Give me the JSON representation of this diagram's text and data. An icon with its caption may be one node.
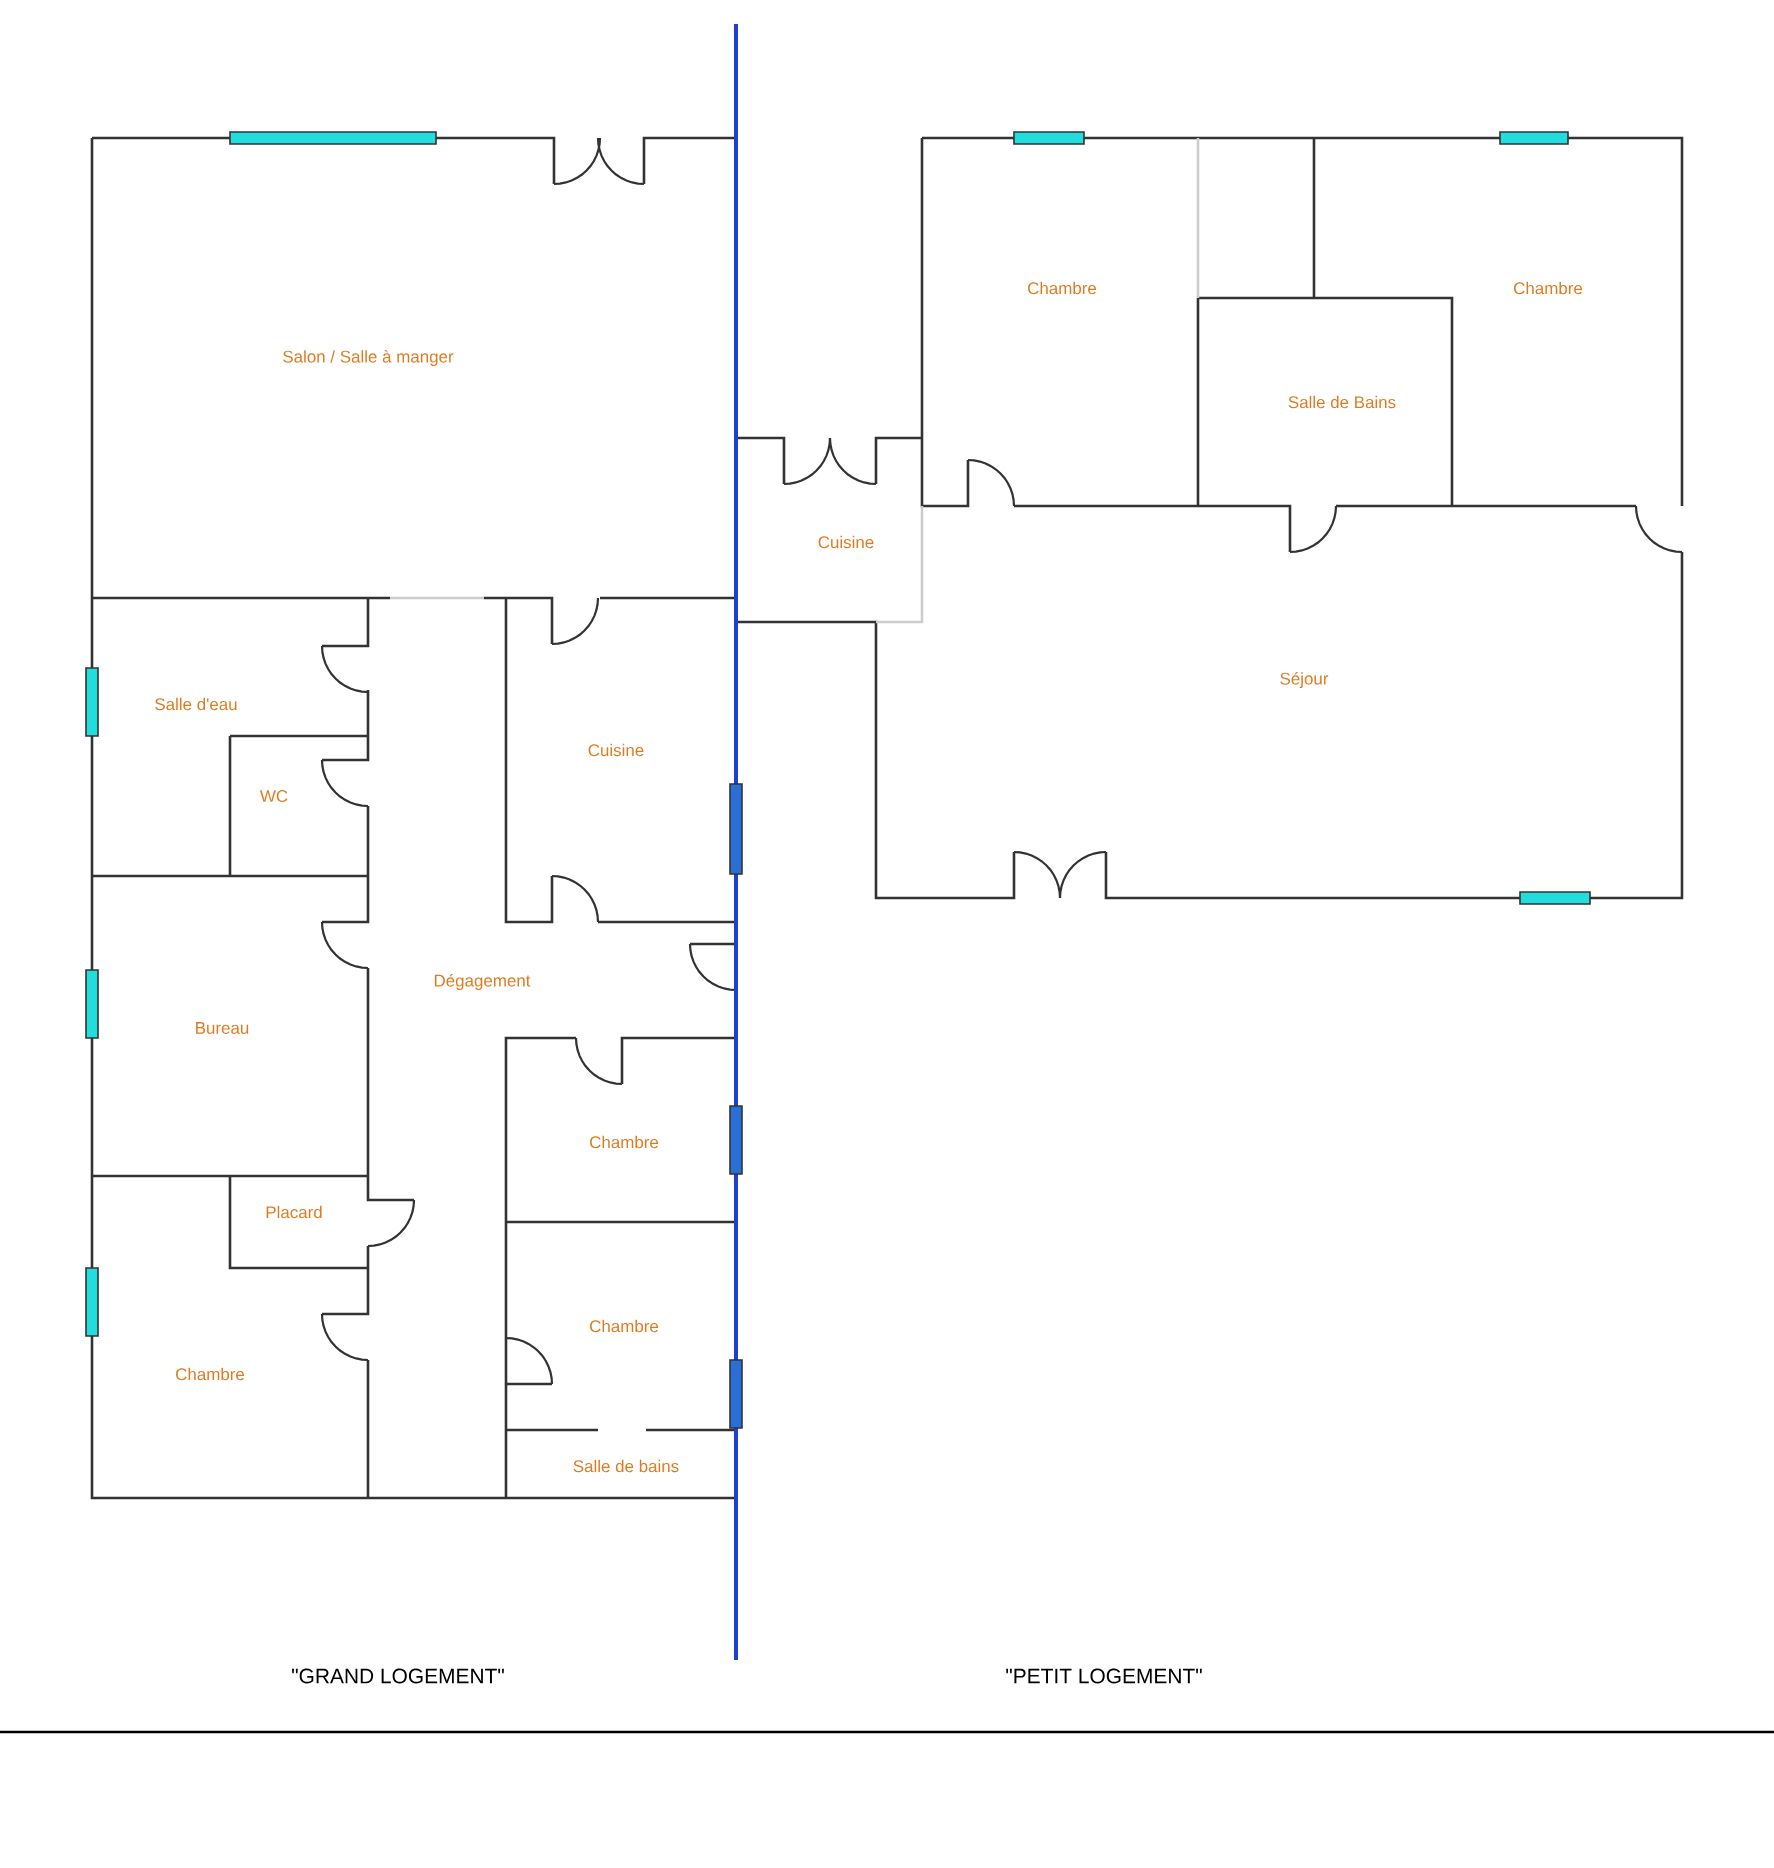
{
  "diagram": {
    "labels": [
      "Salon / Salle à manger",
      "Chambre",
      "Chambre",
      "Salle de Bains",
      "Cuisine",
      "Salle d'eau",
      "Cuisine",
      "Séjour",
      "WC",
      "Dégagement",
      "Bureau",
      "Chambre",
      "Placard",
      "Chambre",
      "Chambre",
      "Salle de bains",
      "\"GRAND LOGEMENT\"",
      "\"PETIT LOGEMENT\""
    ]
  }
}
